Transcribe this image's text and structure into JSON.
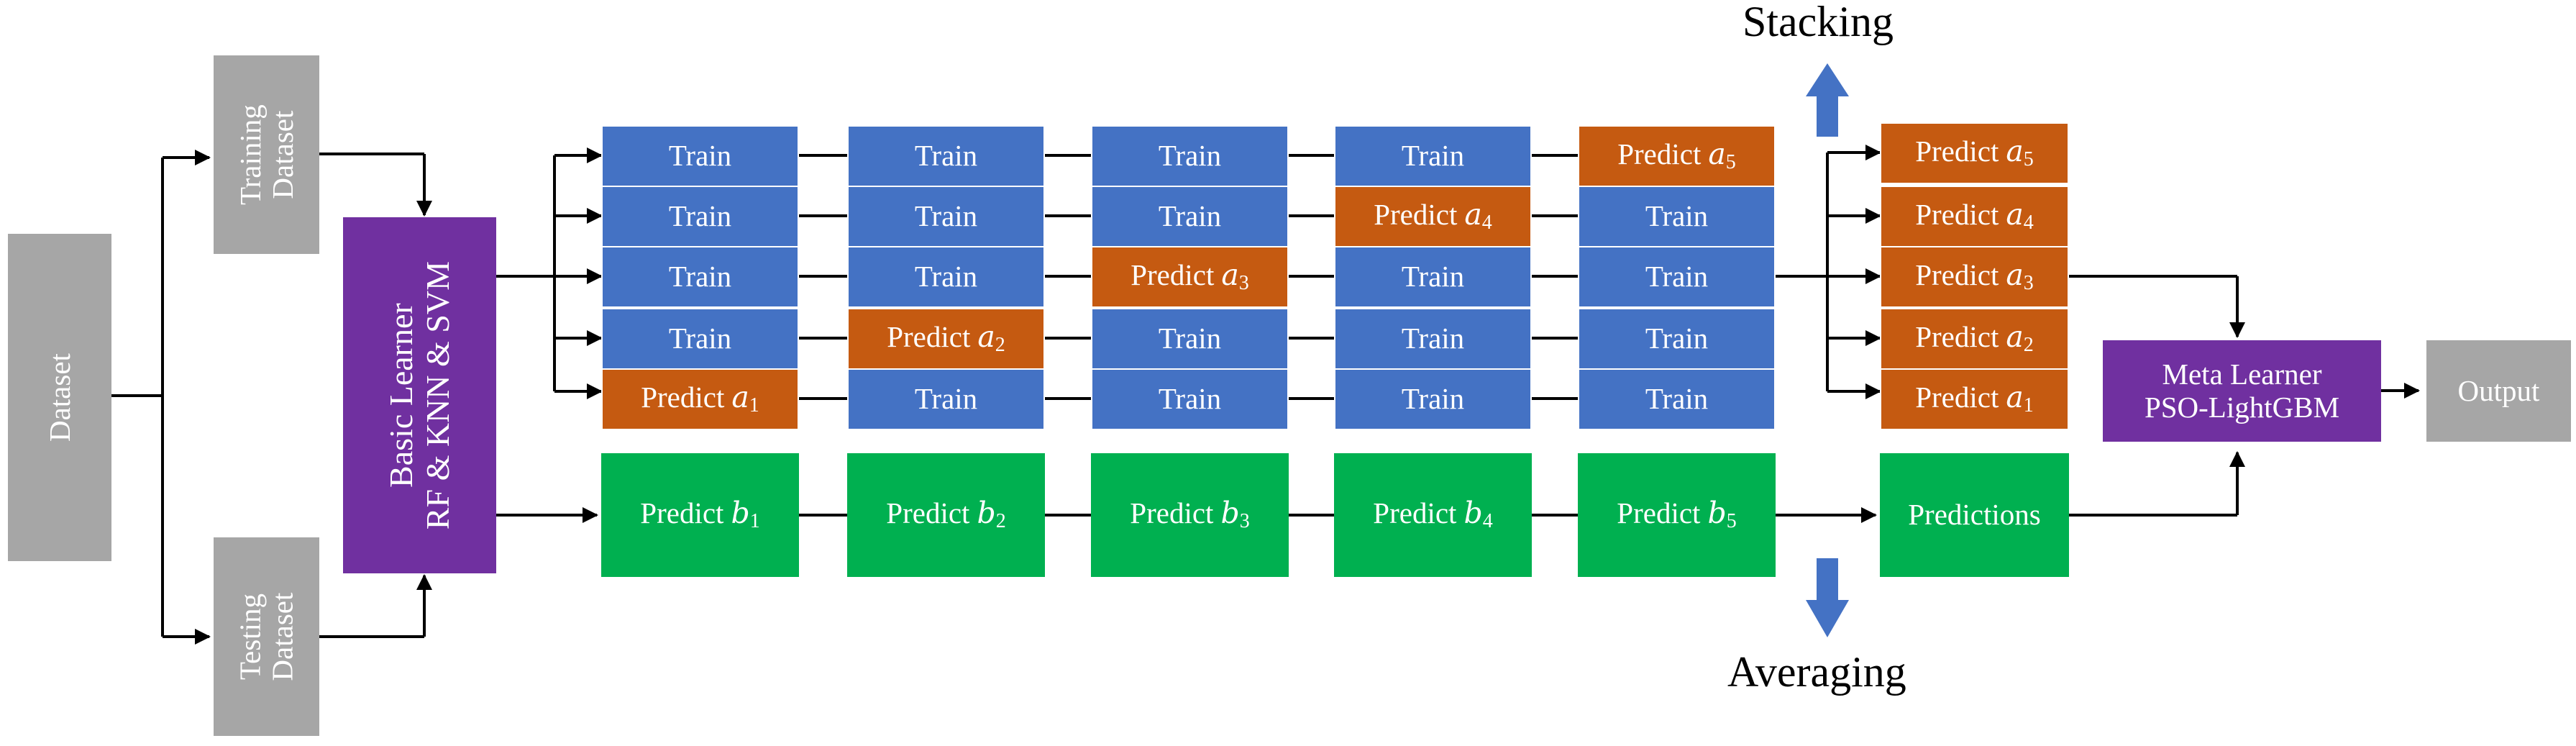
{
  "dataset": "Dataset",
  "training_dataset": [
    "Training",
    "Dataset"
  ],
  "testing_dataset": [
    "Testing",
    "Dataset"
  ],
  "basic_learner": [
    "Basic Learner",
    "RF & KNN & SVM"
  ],
  "meta_learner": [
    "Meta Learner",
    "PSO-LightGBM"
  ],
  "output": "Output",
  "stacking": "Stacking",
  "averaging": "Averaging",
  "train_label": "Train",
  "predict_word": "Predict",
  "var_a": "a",
  "var_b": "b",
  "folds": [
    [
      "Train",
      "Train",
      "Train",
      "Train",
      "a5"
    ],
    [
      "Train",
      "Train",
      "Train",
      "a4",
      "Train"
    ],
    [
      "Train",
      "Train",
      "a3",
      "Train",
      "Train"
    ],
    [
      "Train",
      "a2",
      "Train",
      "Train",
      "Train"
    ],
    [
      "a1",
      "Train",
      "Train",
      "Train",
      "Train"
    ]
  ],
  "test_predictions": [
    "1",
    "2",
    "3",
    "4",
    "5"
  ],
  "stacked_predictions": [
    "5",
    "4",
    "3",
    "2",
    "1"
  ],
  "predictions": "Predictions",
  "colors": {
    "gray": "#a6a6a6",
    "purple": "#7030a0",
    "blue": "#4472c4",
    "orange": "#c55a11",
    "green": "#00b050",
    "arrow_blue": "#4472c4"
  }
}
